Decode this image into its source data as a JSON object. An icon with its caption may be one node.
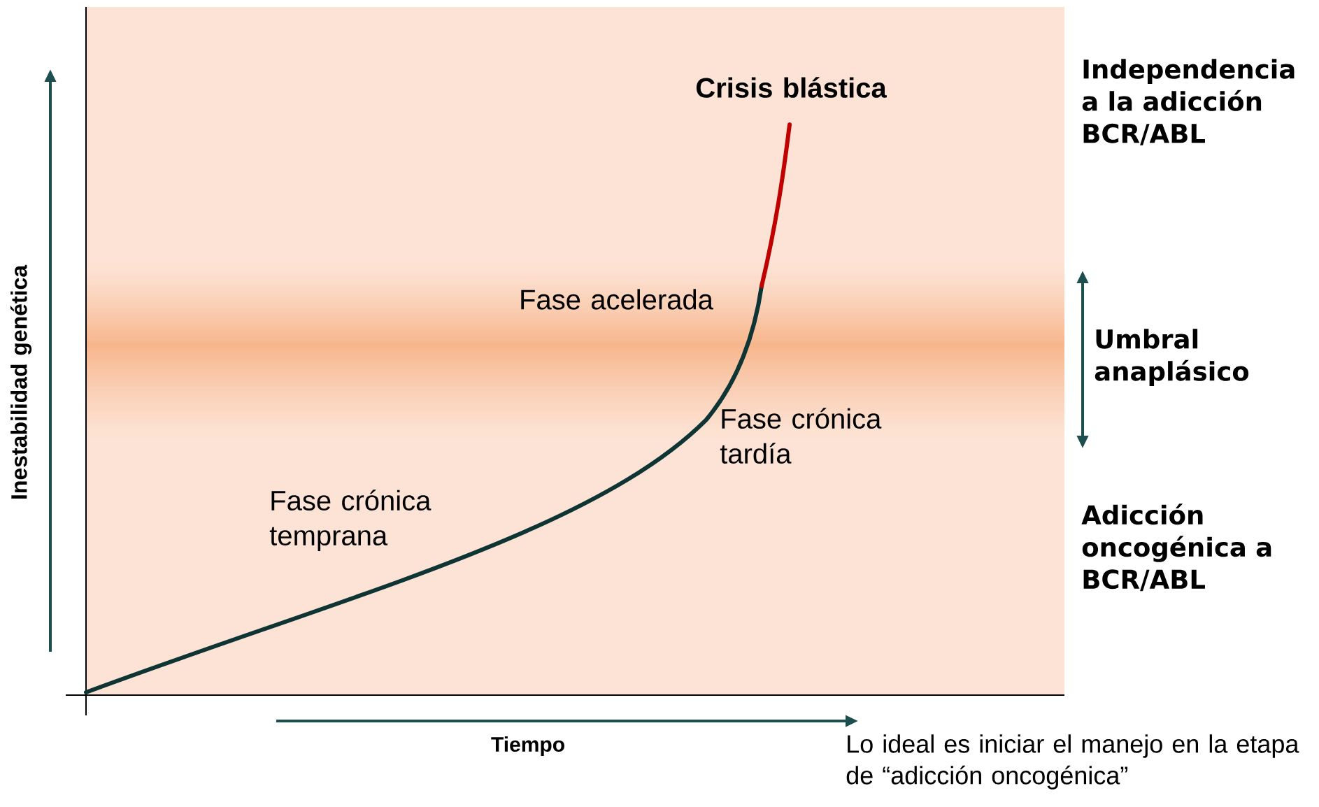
{
  "diagram": {
    "labels": [
      "Crisis blástica",
      "Independencia a la adicción BCR/ABL",
      "Fase acelerada",
      "Umbral anaplásico",
      "Inestabilidad genética",
      "Fase crónica tardía",
      "Fase crónica temprana",
      "Adicción oncogénica a BCR/ABL",
      "Tiempo",
      "Lo ideal es iniciar el manejo en la etapa de “adicción oncogénica”"
    ]
  }
}
